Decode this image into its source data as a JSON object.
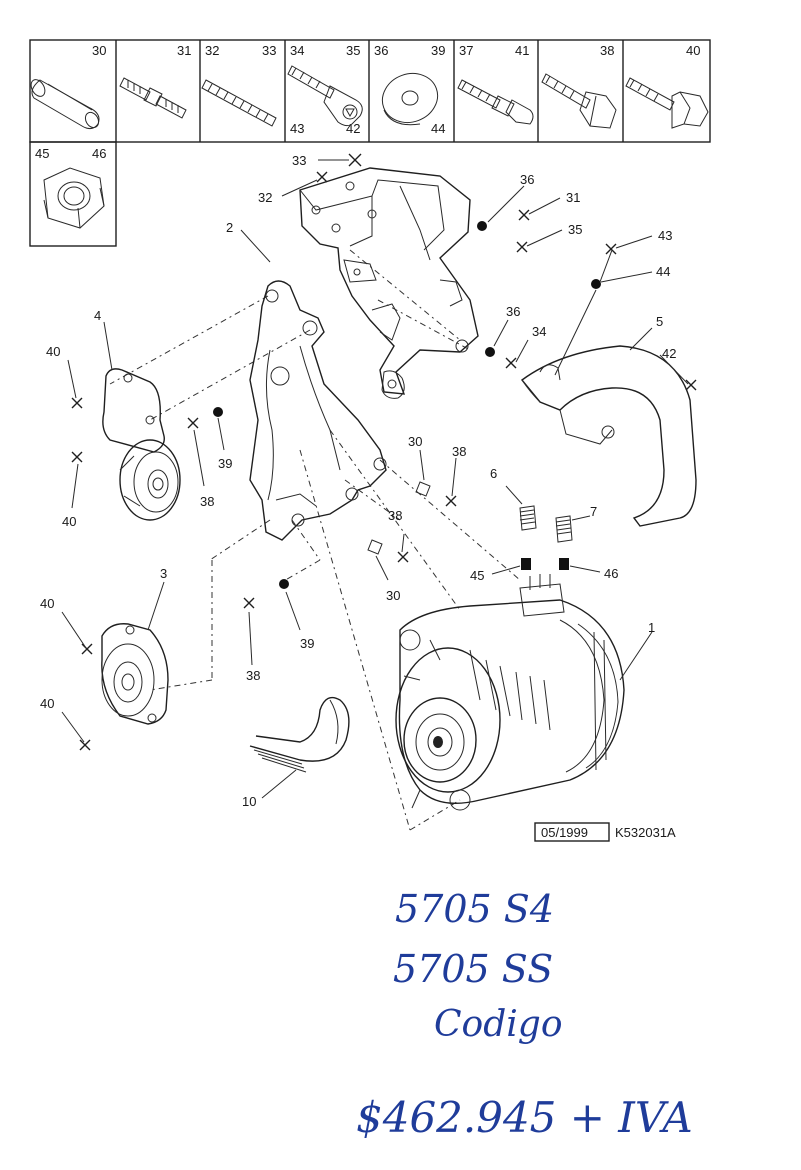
{
  "header_cells": [
    {
      "labels": [
        "30"
      ]
    },
    {
      "labels": [
        "31"
      ]
    },
    {
      "labels": [
        "32",
        "33"
      ]
    },
    {
      "labels": [
        "34",
        "35",
        "43",
        "42"
      ]
    },
    {
      "labels": [
        "36",
        "39",
        "44"
      ]
    },
    {
      "labels": [
        "37",
        "41"
      ]
    },
    {
      "labels": [
        "38"
      ]
    },
    {
      "labels": [
        "40"
      ]
    }
  ],
  "header_cell_row2": {
    "labels": [
      "45",
      "46"
    ]
  },
  "callouts": [
    "33",
    "32",
    "36",
    "31",
    "35",
    "2",
    "43",
    "44",
    "4",
    "40",
    "5",
    "36",
    "34",
    "42",
    "39",
    "38",
    "30",
    "38",
    "6",
    "7",
    "40",
    "40",
    "30",
    "38",
    "45",
    "46",
    "3",
    "40",
    "1",
    "39",
    "38",
    "40",
    "10"
  ],
  "stamp": {
    "date": "05/1999",
    "ref": "K532031A"
  },
  "handwriting": {
    "line1": "5705 S4",
    "line2": "5705 SS",
    "line3": "Codigo",
    "line4": "$462.945 + IVA"
  }
}
